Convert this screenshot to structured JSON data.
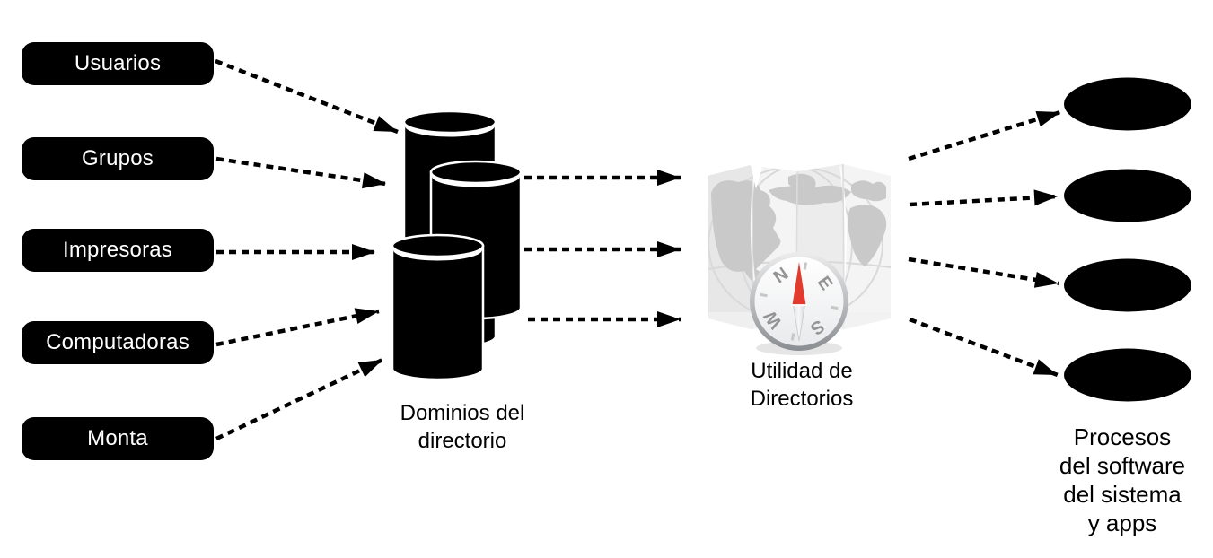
{
  "diagram": {
    "left_nodes": {
      "items": [
        {
          "label": "Usuarios"
        },
        {
          "label": "Grupos"
        },
        {
          "label": "Impresoras"
        },
        {
          "label": "Computadoras"
        },
        {
          "label": "Monta"
        }
      ]
    },
    "directory_domains": {
      "icon": "database-cylinders-icon",
      "caption_lines": [
        "Dominios del",
        "directorio"
      ]
    },
    "directory_utility": {
      "icon": "directory-utility-map-compass-icon",
      "caption_lines": [
        "Utilidad de",
        "Directorios"
      ],
      "compass_letters": [
        "N",
        "E",
        "S",
        "W"
      ]
    },
    "processes": {
      "caption_lines": [
        "Procesos",
        "del software",
        "del sistema",
        "y apps"
      ],
      "node_count": 4
    },
    "colors": {
      "node_bg": "#000000",
      "node_text": "#ffffff",
      "arrow": "#000000",
      "caption_text": "#000000",
      "map_panel_dark": "#e7e7e7",
      "map_panel_light": "#f4f4f4",
      "map_land_gray": "#c9c9c9",
      "compass_needle_red": "#e23b2e"
    }
  }
}
